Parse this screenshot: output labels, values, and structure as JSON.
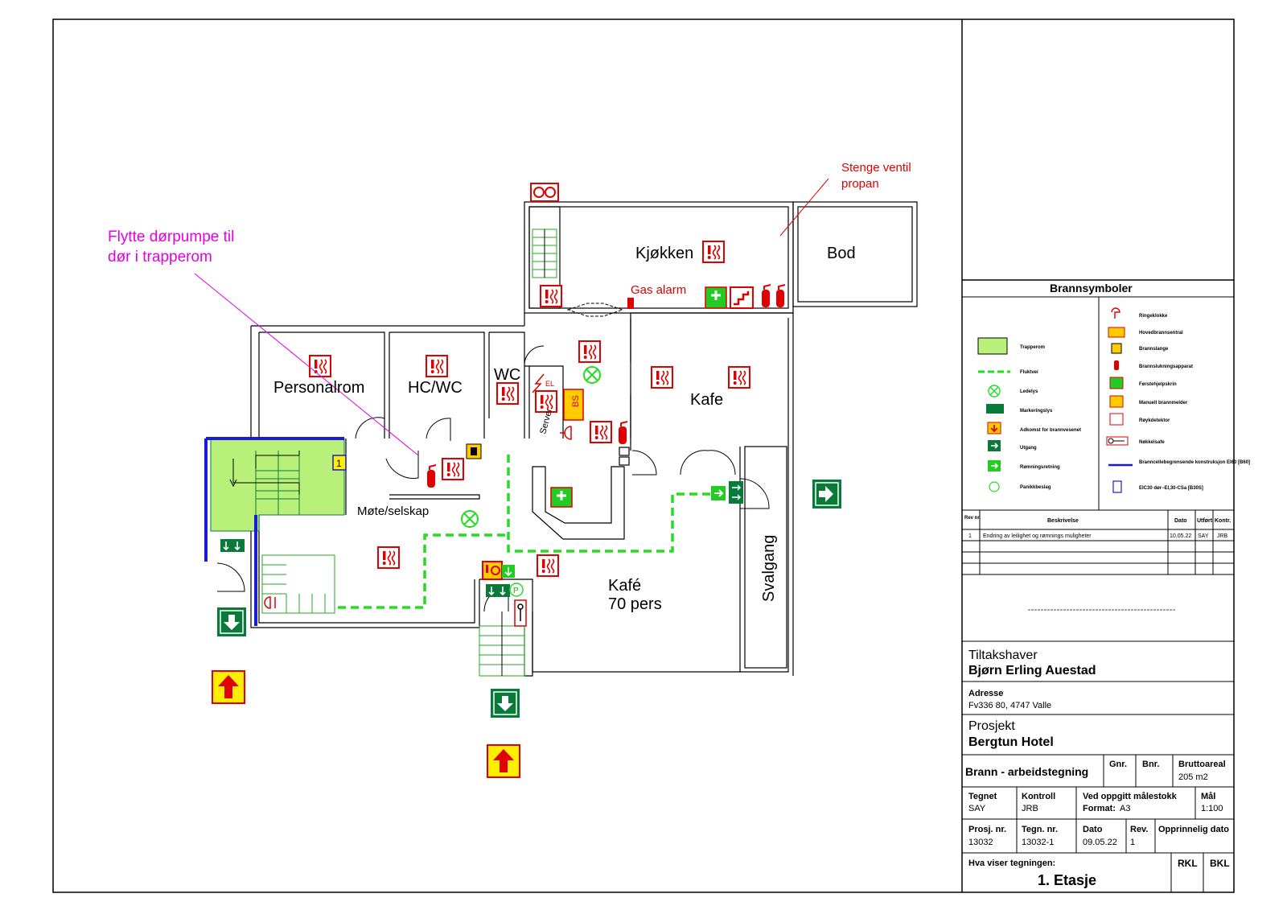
{
  "rooms": {
    "kjokken": "Kjøkken",
    "bod": "Bod",
    "personalrom": "Personalrom",
    "hcwc": "HC/WC",
    "wc": "WC",
    "kafe": "Kafe",
    "mote": "Møte/selskap",
    "kafe70_line1": "Kafé",
    "kafe70_line2": "70 pers",
    "svalgang": "Svalgang",
    "server": "Server"
  },
  "notes": {
    "pump_line1": "Flytte dørpumpe til",
    "pump_line2": "dør i trapperom",
    "valve_line1": "Stenge ventil",
    "valve_line2": "propan",
    "gas_alarm": "Gas alarm"
  },
  "symbols": {
    "el": "EL",
    "bs": "BS",
    "stair_number": "1",
    "panic_letter": "P"
  },
  "legend": {
    "title": "Brannsymboler",
    "left": [
      "Trapperom",
      "Fluktvei",
      "Ledelys",
      "Markeringslys",
      "Adkomst for brannvesenet",
      "Utgang",
      "Rømningsretning",
      "Panikkbeslag"
    ],
    "right": [
      "Ringeklokke",
      "Hovedbrannsentral",
      "Brannslange",
      "Brannslukningsapparat",
      "Førstehjelpskrin",
      "Manuell brannmelder",
      "Røykdetektor",
      "Nøkkelsafe",
      "Branncellebegrensende konstruksjon EI60 [B60]",
      "EIC30 dør−EI,30-CSa [B30S]"
    ]
  },
  "revision": {
    "headers": [
      "Rev nr.",
      "Beskrivelse",
      "Dato",
      "Utført",
      "Kontr."
    ],
    "rows": [
      [
        "1",
        "Endring av leilighet og rømnings muligheter",
        "10.05.22",
        "SAY",
        "JRB"
      ]
    ]
  },
  "titleblock": {
    "tiltakshaver_label": "Tiltakshaver",
    "tiltakshaver": "Bjørn Erling Auestad",
    "adresse_label": "Adresse",
    "adresse": "Fv336 80, 4747 Valle",
    "prosjekt_label": "Prosjekt",
    "prosjekt": "Bergtun Hotel",
    "drawing_type": "Brann - arbeidstegning",
    "gnr_label": "Gnr.",
    "bnr_label": "Bnr.",
    "brutto_label": "Bruttoareal",
    "brutto": "205 m2",
    "tegnet_label": "Tegnet",
    "tegnet": "SAY",
    "kontroll_label": "Kontroll",
    "kontroll": "JRB",
    "scale_note": "Ved oppgitt målestokk",
    "format_label": "Format:",
    "format": "A3",
    "mal_label": "Mål",
    "mal": "1:100",
    "prosj_label": "Prosj. nr.",
    "prosj": "13032",
    "tegn_label": "Tegn. nr.",
    "tegn": "13032-1",
    "dato_label": "Dato",
    "dato": "09.05.22",
    "rev_label": "Rev.",
    "rev": "1",
    "opprinnelig_label": "Opprinnelig dato",
    "hva_label": "Hva viser tegningen:",
    "hva": "1. Etasje",
    "rkl": "RKL",
    "bkl": "BKL"
  },
  "colors": {
    "stair": "#b8f07a",
    "escape": "#22dd22",
    "fire_red": "#e00000",
    "exit_green": "#0a7a3a",
    "access_yellow": "#ffee00",
    "wall_blue": "#1a1ad8",
    "note_magenta": "#e400e4"
  }
}
